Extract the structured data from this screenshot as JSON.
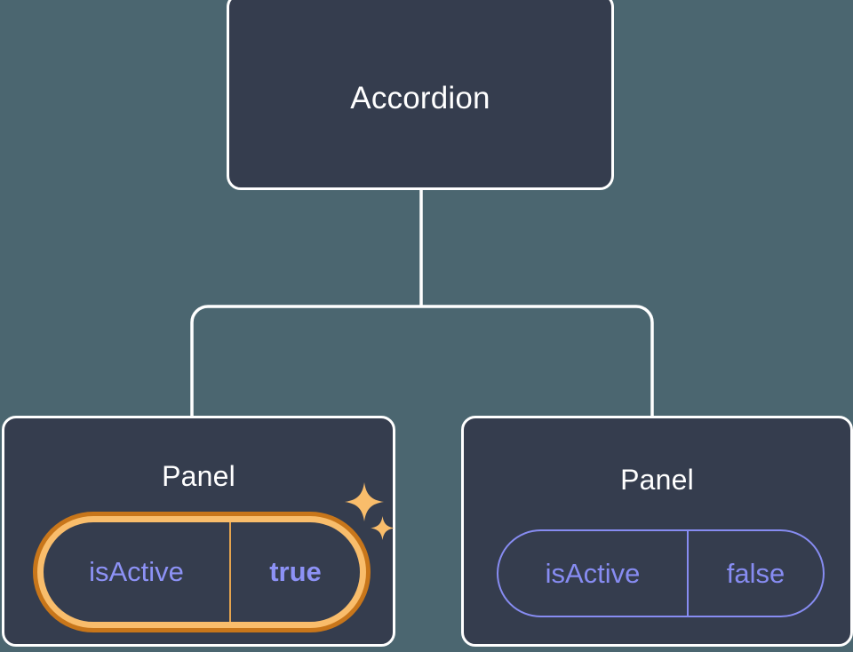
{
  "diagram": {
    "type": "component-tree",
    "background_color": "#4b6670",
    "node_fill": "#353d4e",
    "node_border": "#ffffff",
    "connector_color": "#ffffff",
    "highlight_outer_color": "#c8761a",
    "highlight_inner_color": "#f9bd6b",
    "prop_text_color": "#878cf2",
    "title_text_color": "#ffffff",
    "root": {
      "title": "Accordion"
    },
    "children": [
      {
        "title": "Panel",
        "highlighted": true,
        "prop": {
          "key": "isActive",
          "value": "true"
        },
        "sparkles": [
          "sparkle-large",
          "sparkle-small"
        ]
      },
      {
        "title": "Panel",
        "highlighted": false,
        "prop": {
          "key": "isActive",
          "value": "false"
        }
      }
    ]
  }
}
